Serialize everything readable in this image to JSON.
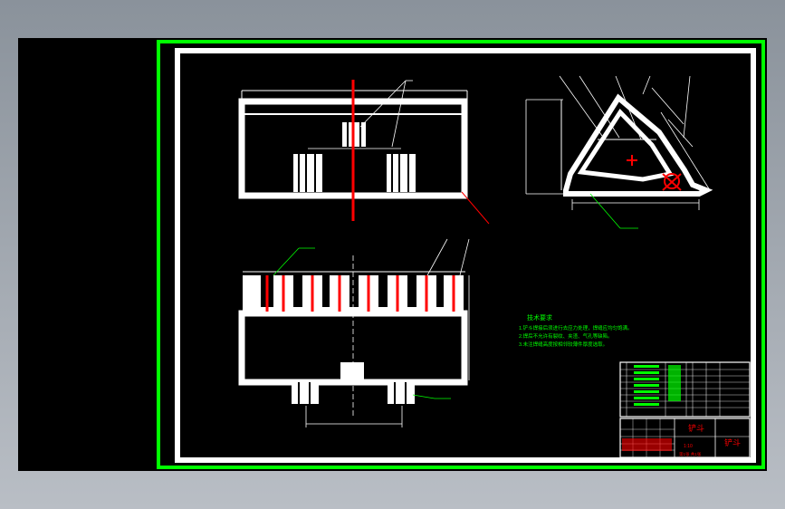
{
  "app": {
    "title": "CAD drawing viewer",
    "background_color": "#8a929b",
    "canvas_color": "#000000"
  },
  "colors": {
    "outer_border": "#00ff00",
    "frame": "#ffffff",
    "part": "#ffffff",
    "centerline": "#ff0000",
    "leader": "#00ff00",
    "dimension": "#ffffff"
  },
  "drawing": {
    "technical_requirements": {
      "heading": "技术要求",
      "lines": [
        "1.铲斗焊接后须进行去应力处理，焊缝应均匀饱满。",
        "2.焊后不允许有裂纹、夹渣、气孔等缺陷。",
        "3.未注焊缝高度按相邻较薄件厚度选取。"
      ]
    },
    "title_block": {
      "part_name": "铲斗",
      "drawing_title": "铲斗",
      "scale_text": "1:10",
      "sheet_text": "第1张 共1张"
    }
  }
}
